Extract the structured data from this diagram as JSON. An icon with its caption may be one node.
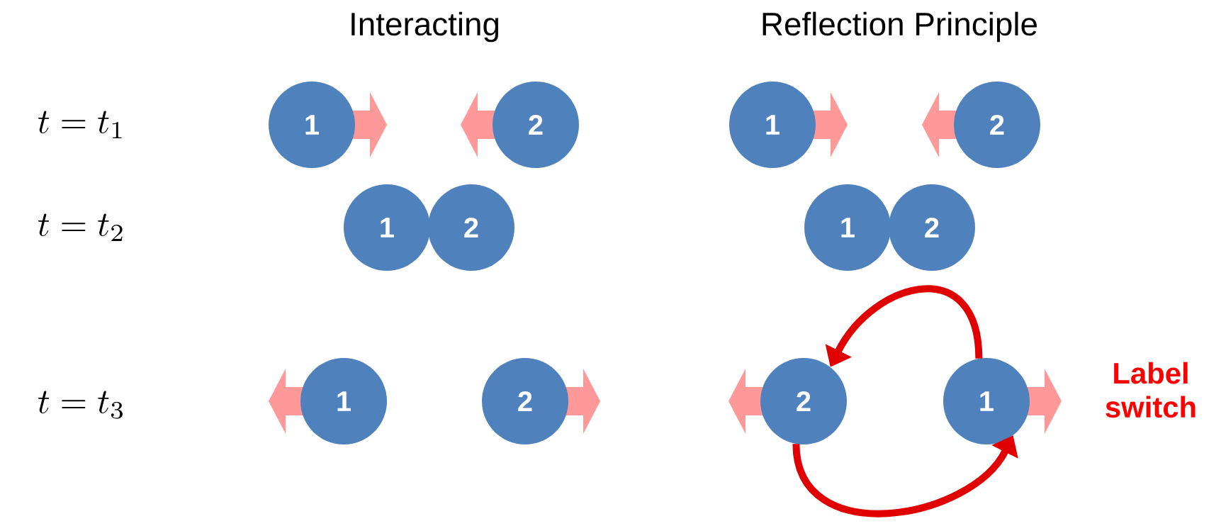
{
  "diagram": {
    "nodes": [
      {
        "text": [
          "1"
        ]
      },
      {
        "text": [
          "2"
        ]
      },
      {
        "text": [
          "1"
        ]
      },
      {
        "text": [
          "2"
        ]
      },
      {
        "text": [
          "1"
        ]
      },
      {
        "text": [
          "2"
        ]
      },
      {
        "text": [
          "1"
        ]
      },
      {
        "text": [
          "2"
        ]
      },
      {
        "text": [
          "1"
        ]
      },
      {
        "text": [
          "2"
        ]
      },
      {
        "text": [
          "2"
        ]
      },
      {
        "text": [
          "1"
        ]
      }
    ],
    "edges": [
      {
        "from": 11,
        "to": 10,
        "arrow": "to"
      },
      {
        "from": 10,
        "to": 11,
        "arrow": "to"
      }
    ],
    "labels": [
      "Interacting",
      "Reflection Principle",
      "t = t_1",
      "t = t_2",
      "t = t_3",
      "Label switch"
    ]
  }
}
